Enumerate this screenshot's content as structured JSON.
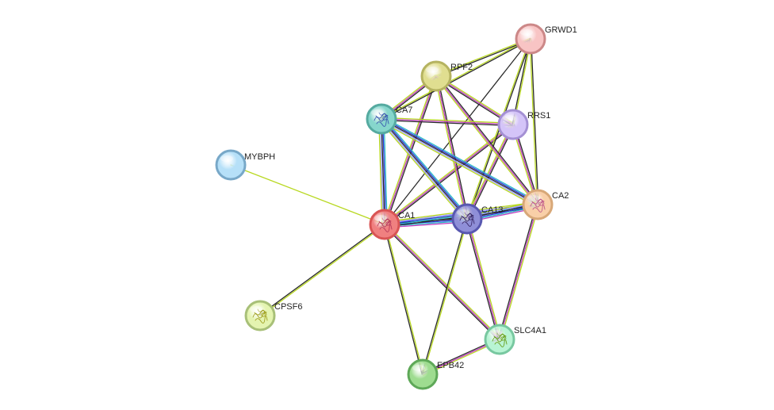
{
  "network": {
    "nodes": [
      {
        "id": "CA1",
        "label": "CA1",
        "color": "#f08080",
        "stroke": "#d95454",
        "structure": true,
        "glyph_color": "#b83a5a"
      },
      {
        "id": "CA13",
        "label": "CA13",
        "color": "#8f8fd8",
        "stroke": "#5858b0",
        "structure": true,
        "glyph_color": "#3a2a6a"
      },
      {
        "id": "CA2",
        "label": "CA2",
        "color": "#f9cfa8",
        "stroke": "#d8a878",
        "structure": true,
        "glyph_color": "#c05a8a"
      },
      {
        "id": "CA7",
        "label": "CA7",
        "color": "#86d6cc",
        "stroke": "#55aaa0",
        "structure": true,
        "glyph_color": "#3a5ab0"
      },
      {
        "id": "RPF2",
        "label": "RPF2",
        "color": "#e0de90",
        "stroke": "#b5b360",
        "structure": false
      },
      {
        "id": "GRWD1",
        "label": "GRWD1",
        "color": "#f8c4c4",
        "stroke": "#cc8888",
        "structure": false
      },
      {
        "id": "RRS1",
        "label": "RRS1",
        "color": "#d4c4f8",
        "stroke": "#a490d4",
        "structure": false
      },
      {
        "id": "MYBPH",
        "label": "MYBPH",
        "color": "#b6e0f8",
        "stroke": "#78a8c8",
        "structure": false
      },
      {
        "id": "CPSF6",
        "label": "CPSF6",
        "color": "#e4f4b0",
        "stroke": "#a8c078",
        "structure": true,
        "glyph_color": "#a0a020"
      },
      {
        "id": "SLC4A1",
        "label": "SLC4A1",
        "color": "#b8f4d4",
        "stroke": "#78c8a0",
        "structure": true,
        "glyph_color": "#6aa020"
      },
      {
        "id": "EPB42",
        "label": "EPB42",
        "color": "#9edc90",
        "stroke": "#5ea858",
        "structure": false
      }
    ],
    "edge_colors": {
      "neighborhood": "#3aa845",
      "cooccurrence": "#2a3ad8",
      "coexpression": "#2a2a2a",
      "experiments": "#c040c0",
      "databases": "#28b8c8",
      "textmining": "#b8d820",
      "homology": "#a0a0ff"
    },
    "edges": [
      {
        "source": "CA1",
        "target": "MYBPH",
        "evidence": [
          "textmining"
        ]
      },
      {
        "source": "CA1",
        "target": "CPSF6",
        "evidence": [
          "textmining",
          "coexpression"
        ]
      },
      {
        "source": "CA1",
        "target": "CA7",
        "evidence": [
          "textmining",
          "homology",
          "coexpression",
          "cooccurrence",
          "databases"
        ]
      },
      {
        "source": "CA1",
        "target": "CA13",
        "evidence": [
          "textmining",
          "homology",
          "coexpression",
          "cooccurrence",
          "databases",
          "experiments"
        ]
      },
      {
        "source": "CA1",
        "target": "CA2",
        "evidence": [
          "textmining",
          "homology",
          "cooccurrence",
          "databases",
          "coexpression"
        ]
      },
      {
        "source": "CA1",
        "target": "RPF2",
        "evidence": [
          "textmining",
          "experiments",
          "coexpression"
        ]
      },
      {
        "source": "CA1",
        "target": "GRWD1",
        "evidence": [
          "coexpression"
        ]
      },
      {
        "source": "CA1",
        "target": "RRS1",
        "evidence": [
          "textmining",
          "experiments",
          "coexpression"
        ]
      },
      {
        "source": "CA1",
        "target": "SLC4A1",
        "evidence": [
          "textmining",
          "experiments",
          "coexpression"
        ]
      },
      {
        "source": "CA1",
        "target": "EPB42",
        "evidence": [
          "textmining",
          "coexpression"
        ]
      },
      {
        "source": "CA13",
        "target": "CA2",
        "evidence": [
          "textmining",
          "homology",
          "coexpression",
          "cooccurrence",
          "databases",
          "experiments"
        ]
      },
      {
        "source": "CA13",
        "target": "CA7",
        "evidence": [
          "textmining",
          "homology",
          "coexpression",
          "cooccurrence",
          "databases"
        ]
      },
      {
        "source": "CA13",
        "target": "RPF2",
        "evidence": [
          "textmining",
          "experiments",
          "coexpression"
        ]
      },
      {
        "source": "CA13",
        "target": "GRWD1",
        "evidence": [
          "textmining",
          "coexpression"
        ]
      },
      {
        "source": "CA13",
        "target": "RRS1",
        "evidence": [
          "textmining",
          "experiments",
          "coexpression"
        ]
      },
      {
        "source": "CA13",
        "target": "SLC4A1",
        "evidence": [
          "textmining",
          "experiments",
          "coexpression"
        ]
      },
      {
        "source": "CA13",
        "target": "EPB42",
        "evidence": [
          "textmining",
          "coexpression"
        ]
      },
      {
        "source": "CA2",
        "target": "CA7",
        "evidence": [
          "textmining",
          "homology",
          "coexpression",
          "cooccurrence",
          "databases"
        ]
      },
      {
        "source": "CA2",
        "target": "RPF2",
        "evidence": [
          "textmining",
          "experiments",
          "coexpression"
        ]
      },
      {
        "source": "CA2",
        "target": "GRWD1",
        "evidence": [
          "textmining",
          "coexpression"
        ]
      },
      {
        "source": "CA2",
        "target": "RRS1",
        "evidence": [
          "textmining",
          "experiments",
          "coexpression"
        ]
      },
      {
        "source": "CA2",
        "target": "SLC4A1",
        "evidence": [
          "textmining",
          "experiments",
          "coexpression"
        ]
      },
      {
        "source": "CA7",
        "target": "RPF2",
        "evidence": [
          "textmining",
          "experiments",
          "coexpression"
        ]
      },
      {
        "source": "CA7",
        "target": "GRWD1",
        "evidence": [
          "textmining",
          "coexpression"
        ]
      },
      {
        "source": "CA7",
        "target": "RRS1",
        "evidence": [
          "textmining",
          "experiments",
          "coexpression"
        ]
      },
      {
        "source": "RPF2",
        "target": "GRWD1",
        "evidence": [
          "textmining",
          "coexpression"
        ]
      },
      {
        "source": "RPF2",
        "target": "RRS1",
        "evidence": [
          "textmining",
          "experiments",
          "coexpression"
        ]
      },
      {
        "source": "GRWD1",
        "target": "RRS1",
        "evidence": [
          "textmining",
          "coexpression"
        ]
      },
      {
        "source": "SLC4A1",
        "target": "EPB42",
        "evidence": [
          "textmining",
          "experiments",
          "coexpression"
        ]
      }
    ]
  }
}
